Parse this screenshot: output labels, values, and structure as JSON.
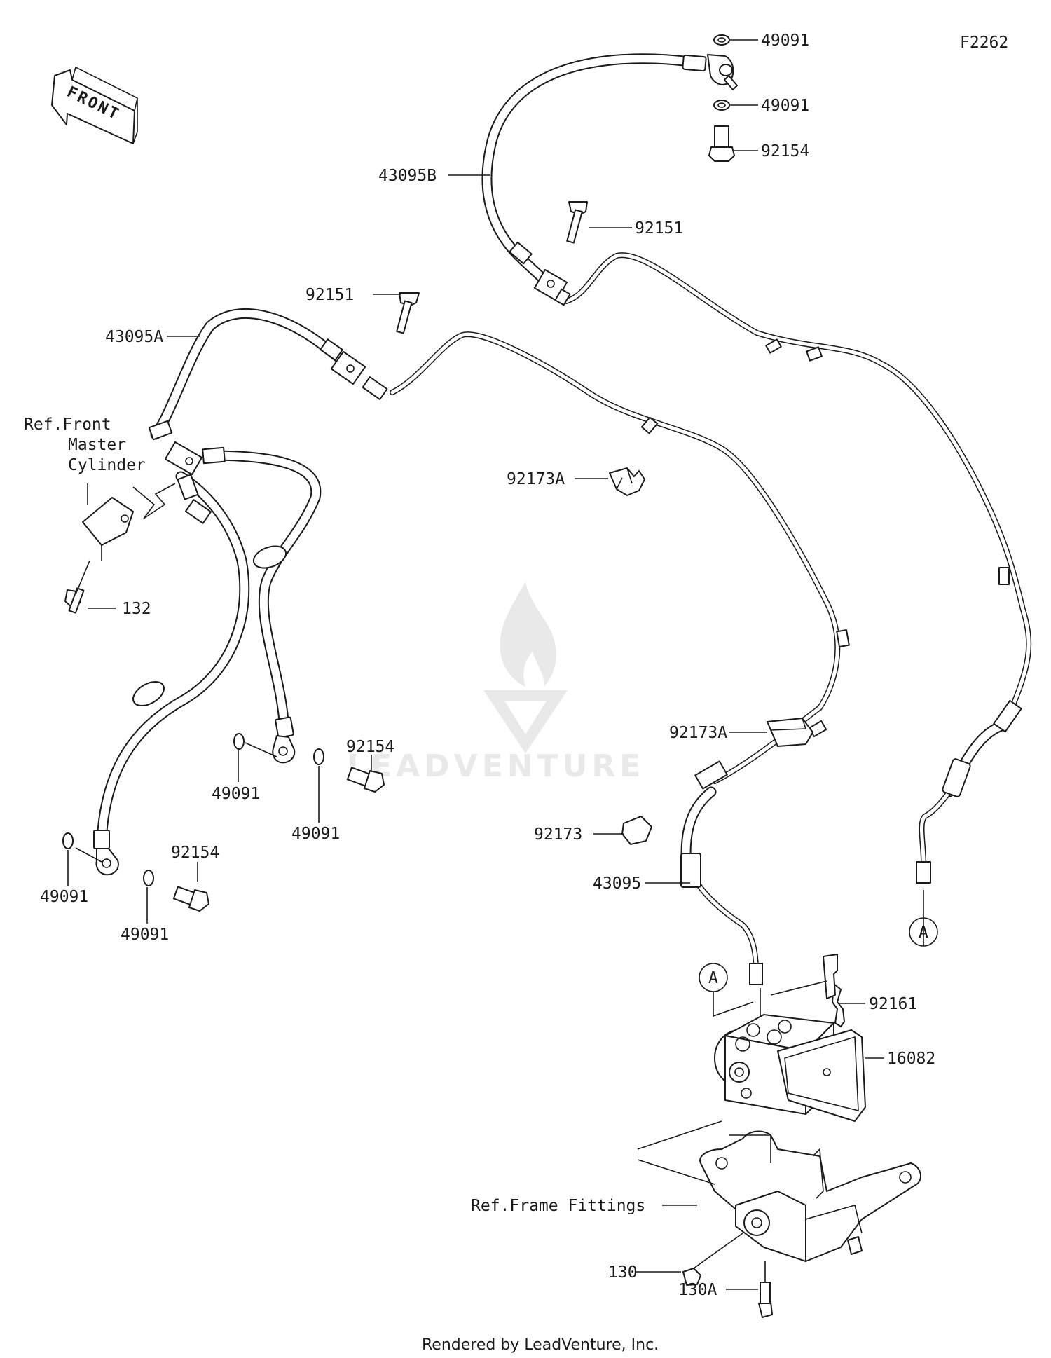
{
  "diagram": {
    "code": "F2262",
    "front_label": "FRONT",
    "watermark": "LEADVENTURE",
    "footer": "Rendered by LeadVenture, Inc.",
    "ref_labels": {
      "master_cylinder_line1": "Ref.Front",
      "master_cylinder_line2": "Master",
      "master_cylinder_line3": "Cylinder",
      "frame_fittings": "Ref.Frame Fittings"
    },
    "connector_mark": "A",
    "parts": {
      "p49091_top1": "49091",
      "p49091_top2": "49091",
      "p92154_top": "92154",
      "p43095B": "43095B",
      "p92151_right": "92151",
      "p92151_left": "92151",
      "p43095A": "43095A",
      "p92173A_upper": "92173A",
      "p132": "132",
      "p92154_mid": "92154",
      "p49091_mid1": "49091",
      "p49091_mid2": "49091",
      "p92173A_lower": "92173A",
      "p92173": "92173",
      "p92154_low": "92154",
      "p49091_low1": "49091",
      "p49091_low2": "49091",
      "p43095": "43095",
      "p92161": "92161",
      "p16082": "16082",
      "p130": "130",
      "p130A": "130A"
    }
  }
}
